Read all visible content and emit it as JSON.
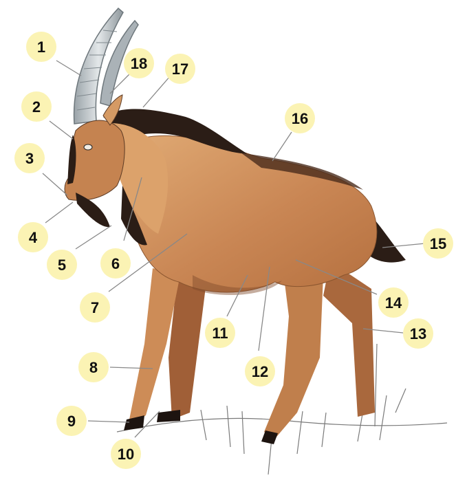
{
  "diagram": {
    "subject": "goat-anatomy-illustration",
    "labels": [
      {
        "id": "label-1",
        "text": "1"
      },
      {
        "id": "label-2",
        "text": "2"
      },
      {
        "id": "label-3",
        "text": "3"
      },
      {
        "id": "label-4",
        "text": "4"
      },
      {
        "id": "label-5",
        "text": "5"
      },
      {
        "id": "label-6",
        "text": "6"
      },
      {
        "id": "label-7",
        "text": "7"
      },
      {
        "id": "label-8",
        "text": "8"
      },
      {
        "id": "label-9",
        "text": "9"
      },
      {
        "id": "label-10",
        "text": "10"
      },
      {
        "id": "label-11",
        "text": "11"
      },
      {
        "id": "label-12",
        "text": "12"
      },
      {
        "id": "label-13",
        "text": "13"
      },
      {
        "id": "label-14",
        "text": "14"
      },
      {
        "id": "label-15",
        "text": "15"
      },
      {
        "id": "label-16",
        "text": "16"
      },
      {
        "id": "label-17",
        "text": "17"
      },
      {
        "id": "label-18",
        "text": "18"
      }
    ],
    "colors": {
      "label_fill": "#fbf3b4",
      "coat_main": "#c98a56",
      "coat_light": "#e6b585",
      "coat_dark": "#2b1d16",
      "horn": "#cdd3d6",
      "leader_line": "#888888"
    }
  }
}
